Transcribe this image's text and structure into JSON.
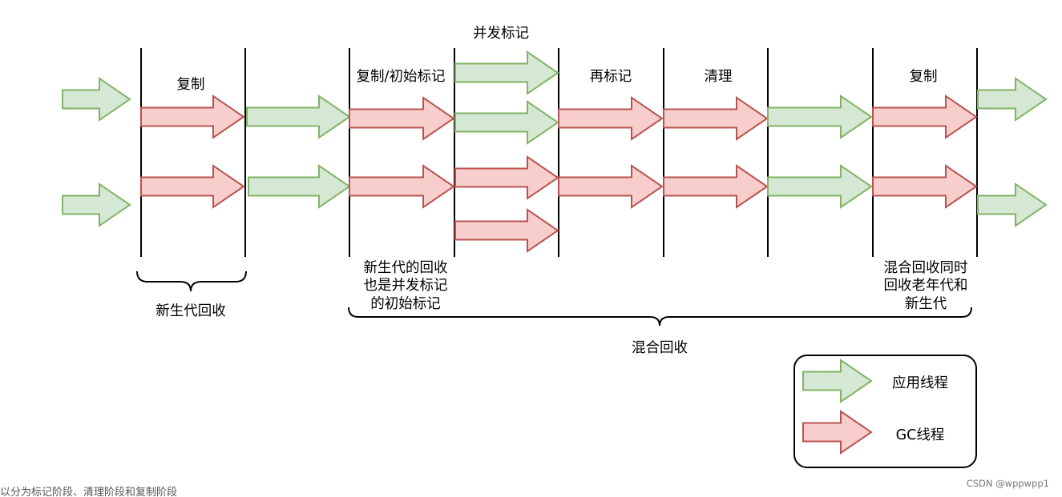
{
  "labels": {
    "concurrent_mark": "并发标记",
    "copy_young": "复制",
    "copy_initial_mark": "复制/初始标记",
    "remark": "再标记",
    "cleanup": "清理",
    "copy_mixed": "复制",
    "young_note": [
      "新生代的回收",
      "也是并发标记",
      "的初始标记"
    ],
    "mixed_note": [
      "混合回收同时",
      "回收老年代和",
      "新生代"
    ],
    "young_gc": "新生代回收",
    "mixed_gc": "混合回收"
  },
  "legend": {
    "app_thread": "应用线程",
    "gc_thread": "GC线程"
  },
  "colors": {
    "app_fill": "#d5e8d4",
    "app_stroke": "#82b366",
    "gc_fill": "#f8cecc",
    "gc_stroke": "#b85450"
  },
  "footer": {
    "caption": "以分为标记阶段、清理阶段和复制阶段",
    "watermark": "CSDN @wppwpp1"
  }
}
